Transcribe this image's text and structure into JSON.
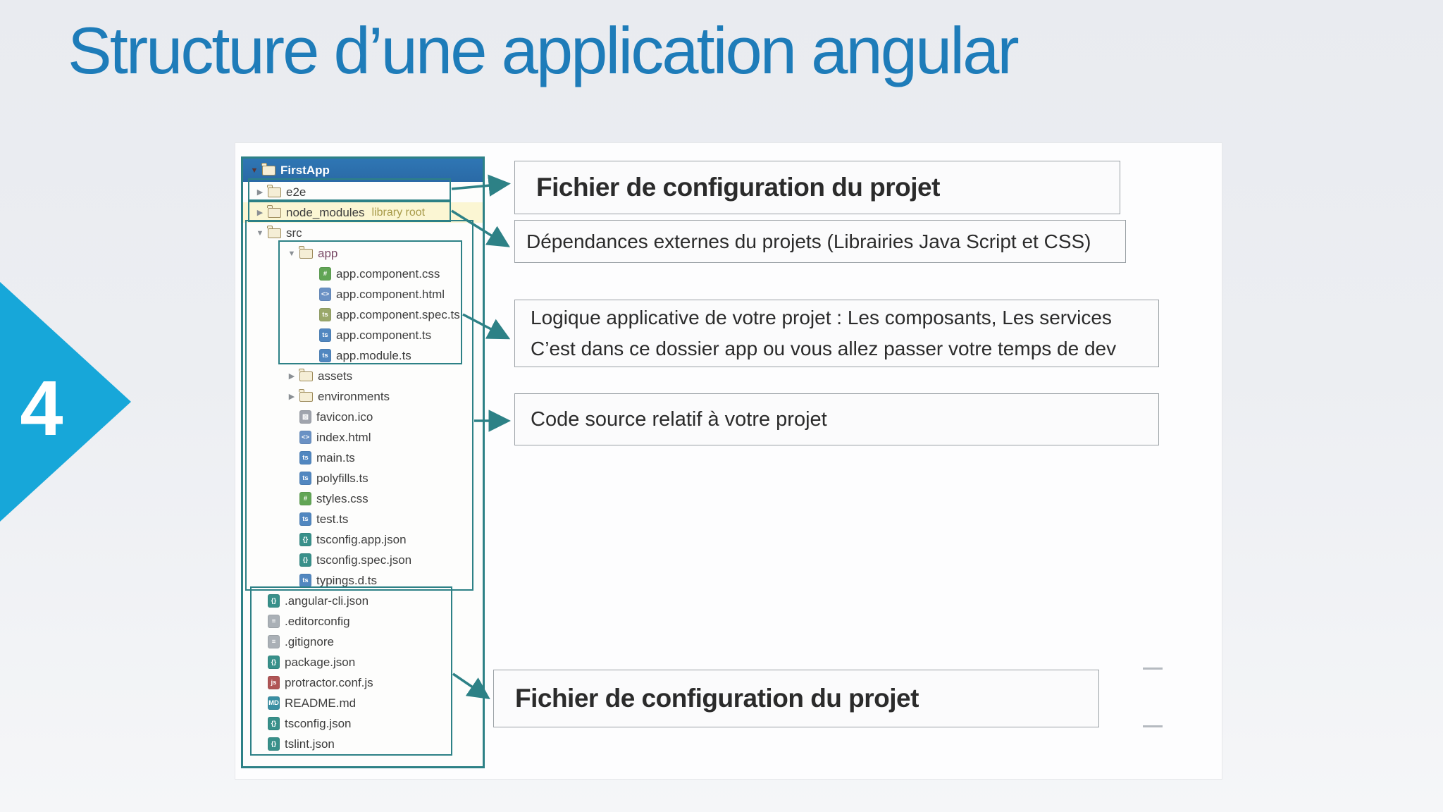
{
  "slide": {
    "title": "Structure d’une application angular",
    "page_number": "4",
    "title_color": "#1e7cb9",
    "diamond_color": "#17a7d9",
    "connector_color": "#2d8186"
  },
  "tree": {
    "root": {
      "label": "FirstApp",
      "icon": "folder-icon",
      "state": "expanded"
    },
    "suffix_node_modules": "library root",
    "items": [
      {
        "label": "e2e",
        "icon": "folder",
        "level": 1,
        "chevron": "collapsed"
      },
      {
        "label": "node_modules",
        "icon": "folder",
        "level": 1,
        "chevron": "collapsed",
        "suffix": "library root",
        "highlight": true
      },
      {
        "label": "src",
        "icon": "folder",
        "level": 1,
        "chevron": "expanded"
      },
      {
        "label": "app",
        "icon": "folder",
        "level": 2,
        "chevron": "expanded",
        "label_color": "#7a4a66"
      },
      {
        "label": "app.component.css",
        "icon": "css",
        "level": 3
      },
      {
        "label": "app.component.html",
        "icon": "html",
        "level": 3
      },
      {
        "label": "app.component.spec.ts",
        "icon": "spec",
        "level": 3
      },
      {
        "label": "app.component.ts",
        "icon": "ts",
        "level": 3
      },
      {
        "label": "app.module.ts",
        "icon": "ts",
        "level": 3
      },
      {
        "label": "assets",
        "icon": "folder",
        "level": 2,
        "chevron": "collapsed"
      },
      {
        "label": "environments",
        "icon": "folder",
        "level": 2,
        "chevron": "collapsed"
      },
      {
        "label": "favicon.ico",
        "icon": "image",
        "level": 2
      },
      {
        "label": "index.html",
        "icon": "html",
        "level": 2
      },
      {
        "label": "main.ts",
        "icon": "ts",
        "level": 2
      },
      {
        "label": "polyfills.ts",
        "icon": "ts",
        "level": 2
      },
      {
        "label": "styles.css",
        "icon": "css",
        "level": 2
      },
      {
        "label": "test.ts",
        "icon": "ts",
        "level": 2
      },
      {
        "label": "tsconfig.app.json",
        "icon": "json",
        "level": 2
      },
      {
        "label": "tsconfig.spec.json",
        "icon": "json",
        "level": 2
      },
      {
        "label": "typings.d.ts",
        "icon": "ts",
        "level": 2
      },
      {
        "label": ".angular-cli.json",
        "icon": "json",
        "level": 1
      },
      {
        "label": ".editorconfig",
        "icon": "text",
        "level": 1
      },
      {
        "label": ".gitignore",
        "icon": "text",
        "level": 1
      },
      {
        "label": "package.json",
        "icon": "json",
        "level": 1
      },
      {
        "label": "protractor.conf.js",
        "icon": "js",
        "level": 1
      },
      {
        "label": "README.md",
        "icon": "md",
        "level": 1
      },
      {
        "label": "tsconfig.json",
        "icon": "json",
        "level": 1
      },
      {
        "label": "tslint.json",
        "icon": "json",
        "level": 1
      }
    ],
    "icons": {
      "css": {
        "name": "css-file-icon",
        "glyph": "#",
        "color": "#61a555"
      },
      "html": {
        "name": "html-file-icon",
        "glyph": "<>",
        "color": "#6a91c4"
      },
      "spec": {
        "name": "spec-file-icon",
        "glyph": "ts",
        "color": "#9aa86b"
      },
      "ts": {
        "name": "ts-file-icon",
        "glyph": "ts",
        "color": "#5187c0"
      },
      "json": {
        "name": "json-file-icon",
        "glyph": "{}",
        "color": "#38908a"
      },
      "js": {
        "name": "js-file-icon",
        "glyph": "js",
        "color": "#b05555"
      },
      "md": {
        "name": "md-file-icon",
        "glyph": "MD",
        "color": "#3a8fa3"
      },
      "image": {
        "name": "image-file-icon",
        "glyph": "▨",
        "color": "#a0a4ad"
      },
      "text": {
        "name": "text-file-icon",
        "glyph": "≡",
        "color": "#aab0b6"
      }
    }
  },
  "annotations": [
    {
      "text": "Fichier de configuration du projet"
    },
    {
      "text": "Dépendances externes du projets (Librairies Java Script et CSS)"
    },
    {
      "lines": [
        "Logique applicative de votre projet : Les composants, Les services",
        "C’est dans ce dossier app ou vous allez passer votre temps de dev"
      ]
    },
    {
      "text": "Code source relatif à votre projet"
    },
    {
      "text": "Fichier de configuration du projet"
    }
  ]
}
